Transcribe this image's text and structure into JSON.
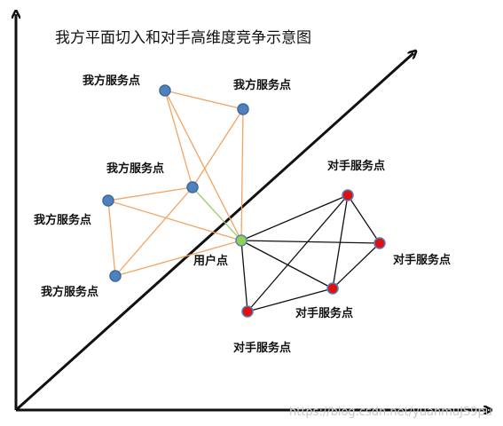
{
  "title": "我方平面切入和对手高维度竞争示意图",
  "watermark": "https://blog.csdn.net/yuanmuJS9pu",
  "colors": {
    "our_node_fill": "#4f81bd",
    "our_node_stroke": "#3a6aa0",
    "rival_node_fill": "#e01010",
    "rival_node_stroke": "#4f81bd",
    "user_node_fill": "#92d050",
    "user_node_stroke": "#4f81bd",
    "our_edge": "#f4a460",
    "rival_edge": "#111111",
    "user_link": "#9acd64",
    "axis": "#111111"
  },
  "labels": {
    "our_a": "我方服务点",
    "our_b": "我方服务点",
    "our_c": "我方服务点",
    "our_d": "我方服务点",
    "our_e": "我方服务点",
    "user": "用户点",
    "rival_a": "对手服务点",
    "rival_b": "对手服务点",
    "rival_c": "对手服务点",
    "rival_d": "对手服务点"
  }
}
